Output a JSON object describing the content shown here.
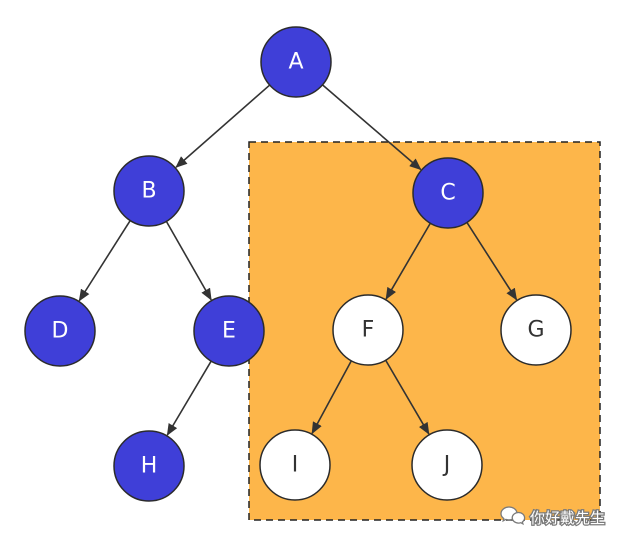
{
  "diagram": {
    "nodes": [
      {
        "id": "A",
        "label": "A",
        "fill": "#3f3fd8",
        "text_color": "#ffffff"
      },
      {
        "id": "B",
        "label": "B",
        "fill": "#3f3fd8",
        "text_color": "#ffffff"
      },
      {
        "id": "C",
        "label": "C",
        "fill": "#3f3fd8",
        "text_color": "#ffffff"
      },
      {
        "id": "D",
        "label": "D",
        "fill": "#3f3fd8",
        "text_color": "#ffffff"
      },
      {
        "id": "E",
        "label": "E",
        "fill": "#3f3fd8",
        "text_color": "#ffffff"
      },
      {
        "id": "F",
        "label": "F",
        "fill": "#ffffff",
        "text_color": "#333333"
      },
      {
        "id": "G",
        "label": "G",
        "fill": "#ffffff",
        "text_color": "#333333"
      },
      {
        "id": "H",
        "label": "H",
        "fill": "#3f3fd8",
        "text_color": "#ffffff"
      },
      {
        "id": "I",
        "label": "I",
        "fill": "#ffffff",
        "text_color": "#333333"
      },
      {
        "id": "J",
        "label": "J",
        "fill": "#ffffff",
        "text_color": "#333333"
      }
    ],
    "edges": [
      {
        "from": "A",
        "to": "B"
      },
      {
        "from": "A",
        "to": "C"
      },
      {
        "from": "B",
        "to": "D"
      },
      {
        "from": "B",
        "to": "E"
      },
      {
        "from": "C",
        "to": "F"
      },
      {
        "from": "C",
        "to": "G"
      },
      {
        "from": "E",
        "to": "H"
      },
      {
        "from": "F",
        "to": "I"
      },
      {
        "from": "F",
        "to": "J"
      }
    ],
    "highlight": {
      "fill": "#fdb64a",
      "contains": [
        "C",
        "F",
        "G",
        "I",
        "J"
      ]
    }
  },
  "watermark": {
    "icon": "wechat-icon",
    "text": "你好戴先生"
  }
}
